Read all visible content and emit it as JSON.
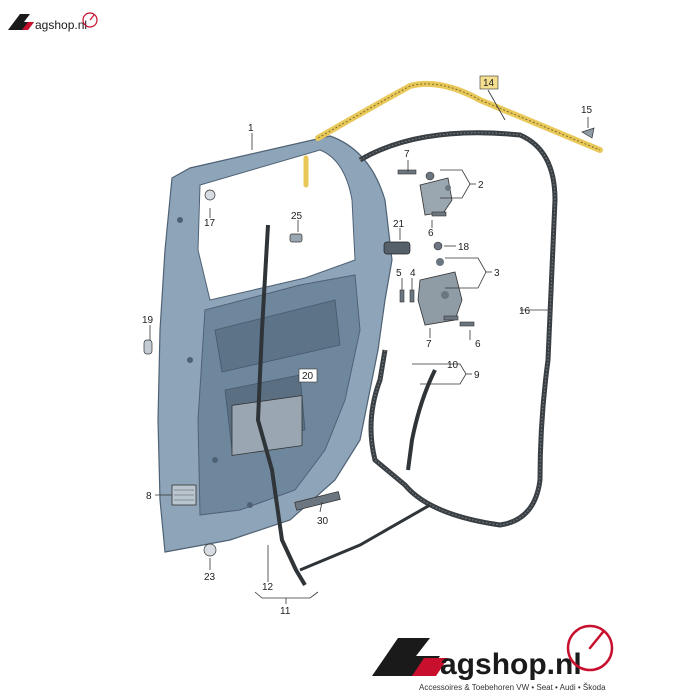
{
  "logo": {
    "brand_small": "agshop.nl",
    "brand_large": "agshop.nl",
    "tagline": "Accessoires & Toebehoren VW • Seat • Audi • Škoda"
  },
  "callouts": {
    "c1": "1",
    "c2": "2",
    "c3": "3",
    "c4": "4",
    "c5": "5",
    "c6a": "6",
    "c6b": "6",
    "c7a": "7",
    "c7b": "7",
    "c8": "8",
    "c9": "9",
    "c10": "10",
    "c11": "11",
    "c12": "12",
    "c14": "14",
    "c15": "15",
    "c16": "16",
    "c17": "17",
    "c18": "18",
    "c19": "19",
    "c20": "20",
    "c21": "21",
    "c23": "23",
    "c25": "25",
    "c30": "30"
  },
  "colors": {
    "door_body": "#8ea4b8",
    "door_shade": "#6f879c",
    "seal": "#3a3f44",
    "highlight": "#e9c85a",
    "logo_red": "#c8102e",
    "logo_dark": "#1a1a1a"
  }
}
